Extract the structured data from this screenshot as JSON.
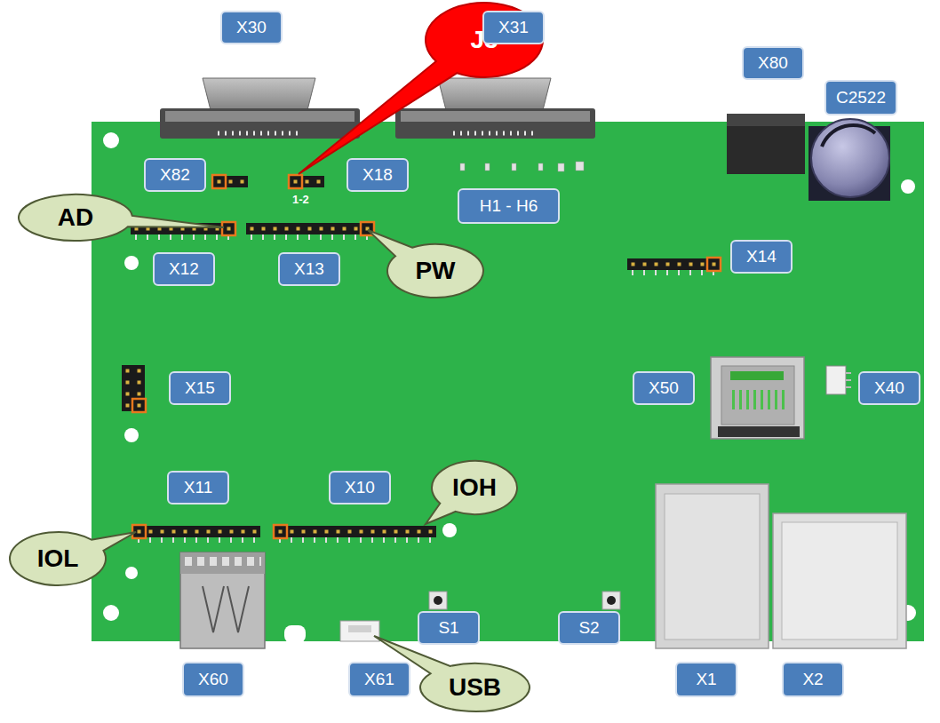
{
  "diagram": {
    "nodes": [
      {
        "text": [
          "X30"
        ]
      },
      {
        "text": [
          "J3"
        ]
      },
      {
        "text": [
          "X31"
        ]
      },
      {
        "text": [
          "X80"
        ]
      },
      {
        "text": [
          "C2522"
        ]
      },
      {
        "text": [
          "X82"
        ]
      },
      {
        "text": [
          "X18"
        ]
      },
      {
        "text": [
          "H1 - H6"
        ]
      },
      {
        "text": [
          "AD"
        ]
      },
      {
        "text": [
          "X12"
        ]
      },
      {
        "text": [
          "X13"
        ]
      },
      {
        "text": [
          "PW"
        ]
      },
      {
        "text": [
          "X14"
        ]
      },
      {
        "text": [
          "X15"
        ]
      },
      {
        "text": [
          "X50"
        ]
      },
      {
        "text": [
          "X40"
        ]
      },
      {
        "text": [
          "IOH"
        ]
      },
      {
        "text": [
          "X11"
        ]
      },
      {
        "text": [
          "X10"
        ]
      },
      {
        "text": [
          "IOL"
        ]
      },
      {
        "text": [
          "S1"
        ]
      },
      {
        "text": [
          "S2"
        ]
      },
      {
        "text": [
          "USB"
        ]
      },
      {
        "text": [
          "X60"
        ]
      },
      {
        "text": [
          "X61"
        ]
      },
      {
        "text": [
          "X1"
        ]
      },
      {
        "text": [
          "X2"
        ]
      }
    ],
    "labels": [
      "1-2"
    ]
  }
}
